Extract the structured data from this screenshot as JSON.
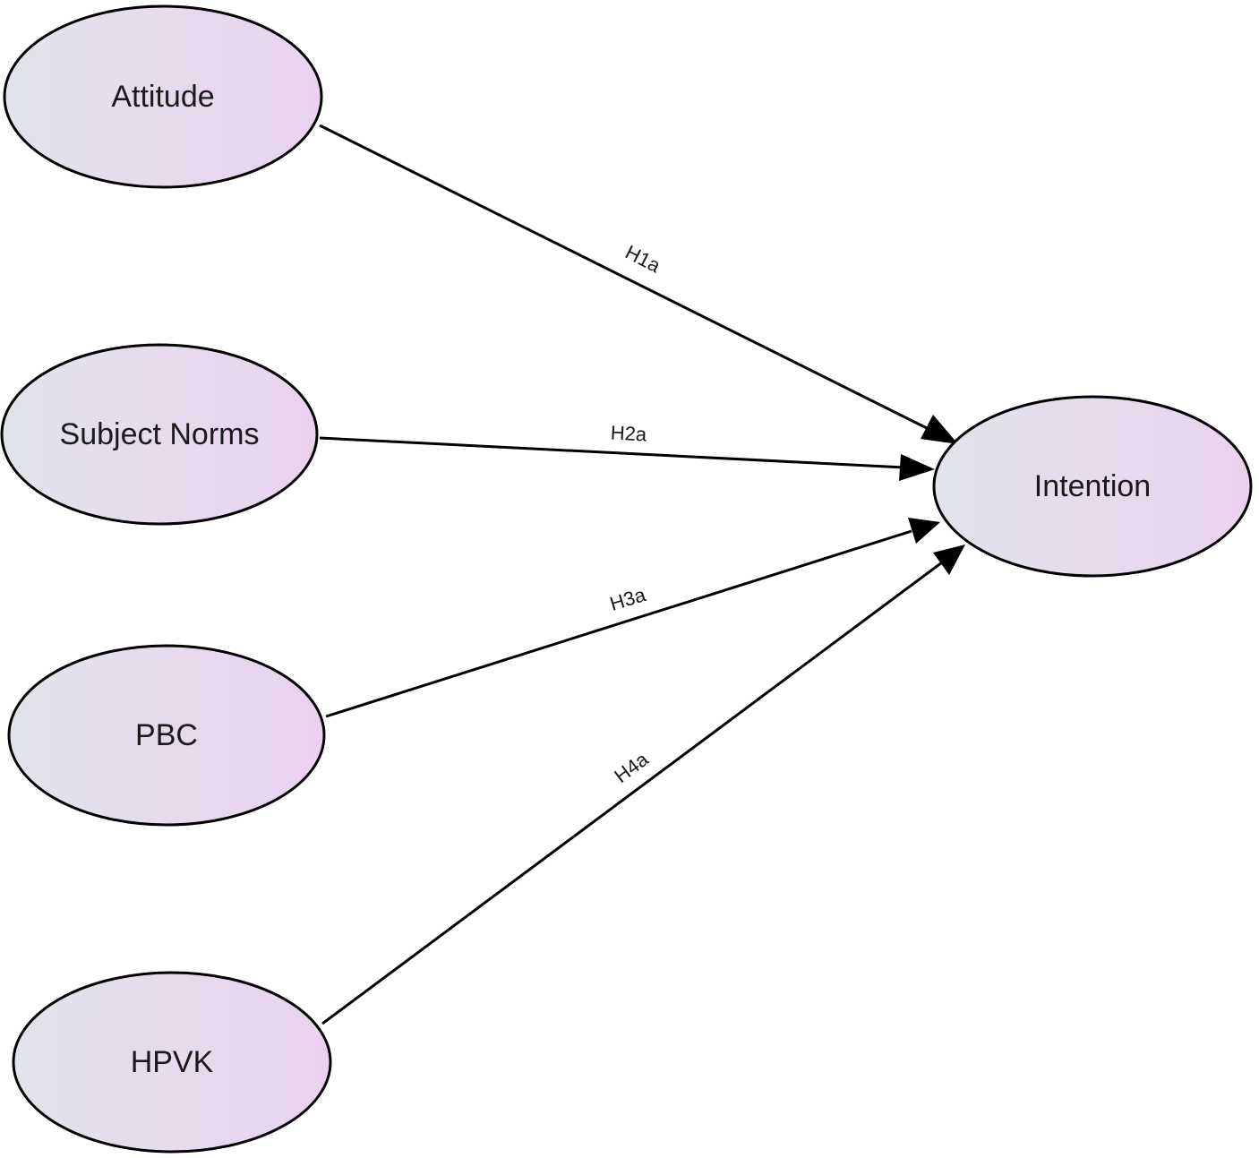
{
  "diagram": {
    "nodes": [
      {
        "id": "attitude",
        "label": "Attitude"
      },
      {
        "id": "subject_norms",
        "label": "Subject Norms"
      },
      {
        "id": "pbc",
        "label": "PBC"
      },
      {
        "id": "hpvk",
        "label": "HPVK"
      },
      {
        "id": "intention",
        "label": "Intention"
      }
    ],
    "edges": [
      {
        "from": "attitude",
        "to": "intention",
        "label": "H1a"
      },
      {
        "from": "subject_norms",
        "to": "intention",
        "label": "H2a"
      },
      {
        "from": "pbc",
        "to": "intention",
        "label": "H3a"
      },
      {
        "from": "hpvk",
        "to": "intention",
        "label": "H4a"
      }
    ],
    "colors": {
      "node_fill_start": "#e1e4ea",
      "node_fill_end": "#ead2ef",
      "stroke": "#000000"
    }
  }
}
